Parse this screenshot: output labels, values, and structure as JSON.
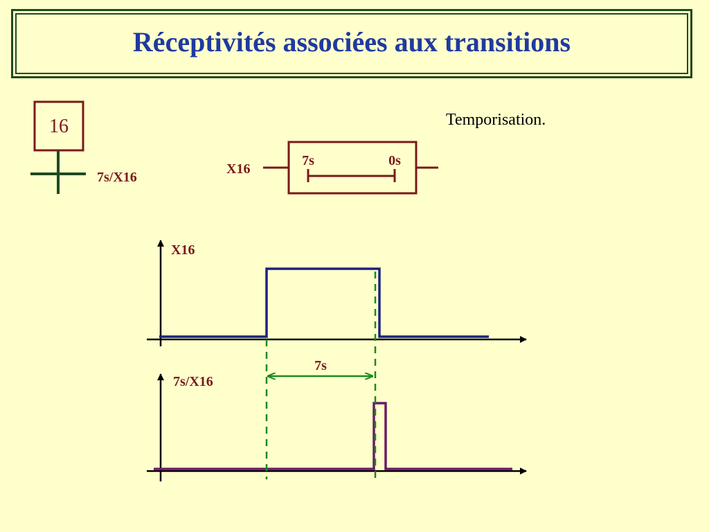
{
  "slide": {
    "title": "Réceptivités associées aux transitions",
    "note": "Temporisation."
  },
  "grafcet": {
    "step_number": "16",
    "transition_label": "7s/X16"
  },
  "timer_block": {
    "input_label": "X16",
    "start_label": "7s",
    "end_label": "0s"
  },
  "chronogram": {
    "signal1_label": "X16",
    "signal2_label": "7s/X16",
    "delay_label": "7s"
  },
  "colors": {
    "background": "#ffffcc",
    "title_text": "#1f3aa0",
    "frame": "#1f4a1f",
    "dark_red": "#7a1a1a",
    "navy": "#1a237e",
    "purple": "#6a1b6a",
    "green_dashed": "#1a8a1a"
  }
}
